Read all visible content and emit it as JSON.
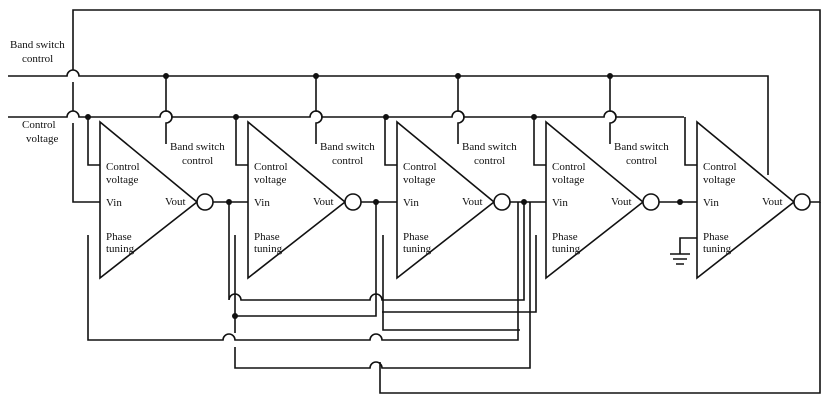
{
  "labels": {
    "band_switch_control_in": [
      "Band switch",
      "control"
    ],
    "control_voltage_in": [
      "Control",
      "voltage"
    ]
  },
  "amplifier": {
    "control_voltage": [
      "Control",
      "voltage"
    ],
    "vin": "Vin",
    "vout": "Vout",
    "phase_tuning": [
      "Phase",
      "tuning"
    ]
  },
  "band_switch_tap": [
    "Band switch",
    "control"
  ],
  "stage_count": 5
}
